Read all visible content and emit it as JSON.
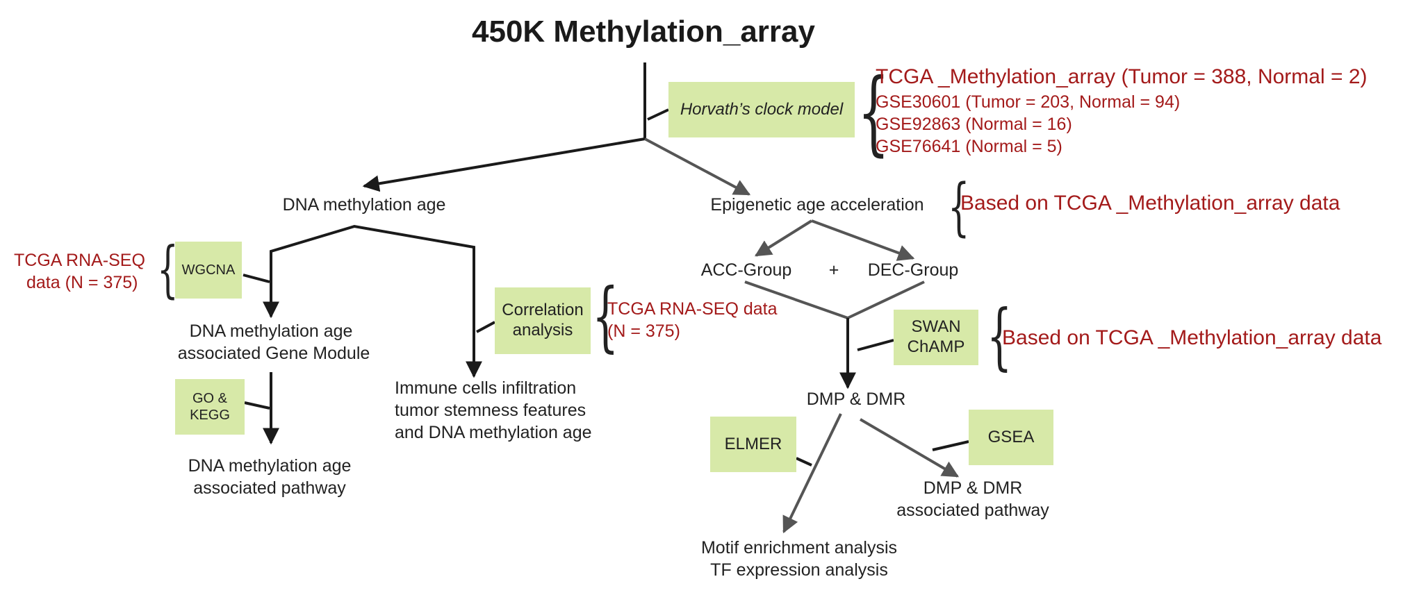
{
  "title": "450K Methylation_array",
  "horvath": {
    "label": "Horvath’s clock model",
    "datasets": [
      "TCGA _Methylation_array (Tumor = 388, Normal = 2)",
      "GSE30601 (Tumor = 203, Normal = 94)",
      "GSE92863 (Normal = 16)",
      "GSE76641 (Normal = 5)"
    ]
  },
  "left": {
    "dna_age": "DNA methylation age",
    "rnaseq_note_1": "TCGA RNA-SEQ",
    "rnaseq_note_2": "data (N  = 375)",
    "wgcna": "WGCNA",
    "module_1": "DNA methylation age",
    "module_2": "associated Gene Module",
    "gokegg": "GO &\nKEGG",
    "pathway_1": "DNA methylation age",
    "pathway_2": "associated pathway",
    "correlation": "Correlation\nanalysis",
    "corr_note_1": "TCGA RNA-SEQ data",
    "corr_note_2": "(N  = 375)",
    "immune_1": "Immune cells infiltration",
    "immune_2": "tumor stemness features",
    "immune_3": "and DNA methylation age"
  },
  "right": {
    "eaa": "Epigenetic age acceleration",
    "eaa_note": "Based on TCGA _Methylation_array data",
    "acc": "ACC-Group",
    "plus": "+",
    "dec": "DEC-Group",
    "swan": "SWAN\nChAMP",
    "swan_note": "Based on TCGA _Methylation_array data",
    "dmp": "DMP &  DMR",
    "elmer": "ELMER",
    "gsea": "GSEA",
    "dmp_path_1": "DMP &  DMR",
    "dmp_path_2": "associated pathway",
    "motif_1": "Motif enrichment analysis",
    "motif_2": "TF expression analysis"
  },
  "colors": {
    "box_fill": "#d7e9a8",
    "note_red": "#a31a1a",
    "line_dark": "#1a1a1a",
    "line_grey": "#555555"
  }
}
